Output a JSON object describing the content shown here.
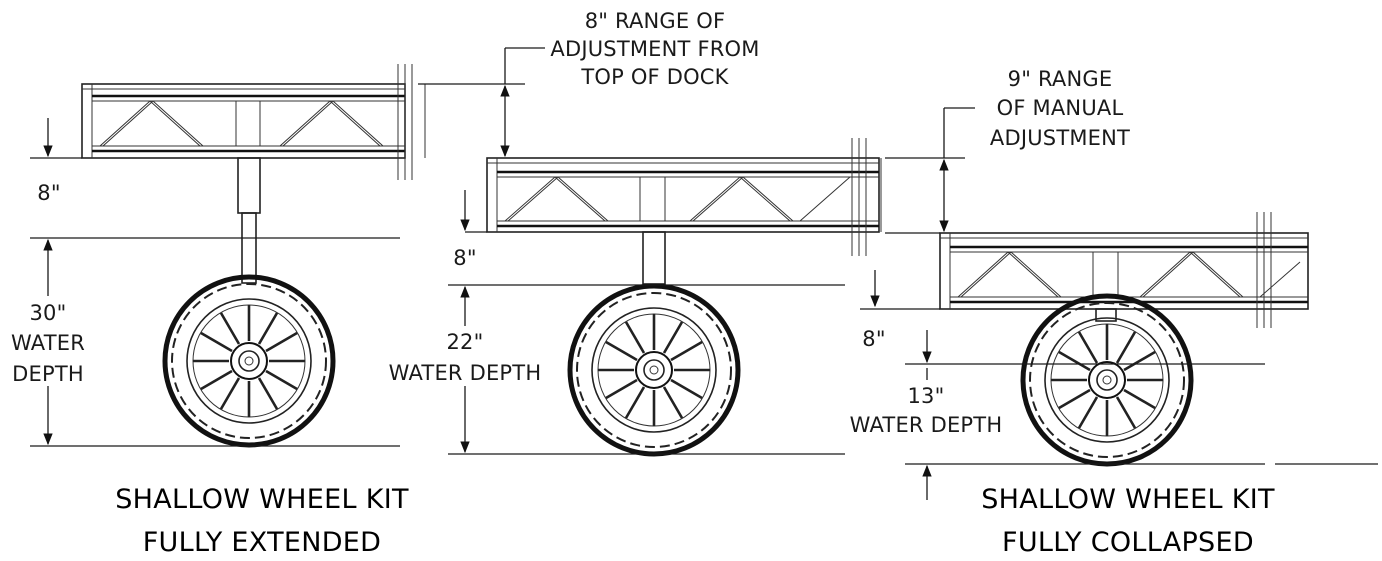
{
  "labels": {
    "range_top": [
      "8\" RANGE OF",
      "ADJUSTMENT FROM",
      "TOP OF DOCK"
    ],
    "range_manual": [
      "9\" RANGE",
      "OF MANUAL",
      "ADJUSTMENT"
    ],
    "left_dim_8": "8\"",
    "left_depth": [
      "30\"",
      "WATER",
      "DEPTH"
    ],
    "mid_dim_8": "8\"",
    "mid_depth": [
      "22\"",
      "WATER DEPTH"
    ],
    "right_dim_8": "8\"",
    "right_depth": [
      "13\"",
      "WATER DEPTH"
    ],
    "caption_left": [
      "SHALLOW WHEEL KIT",
      "FULLY EXTENDED"
    ],
    "caption_right": [
      "SHALLOW WHEEL KIT",
      "FULLY COLLAPSED"
    ]
  }
}
